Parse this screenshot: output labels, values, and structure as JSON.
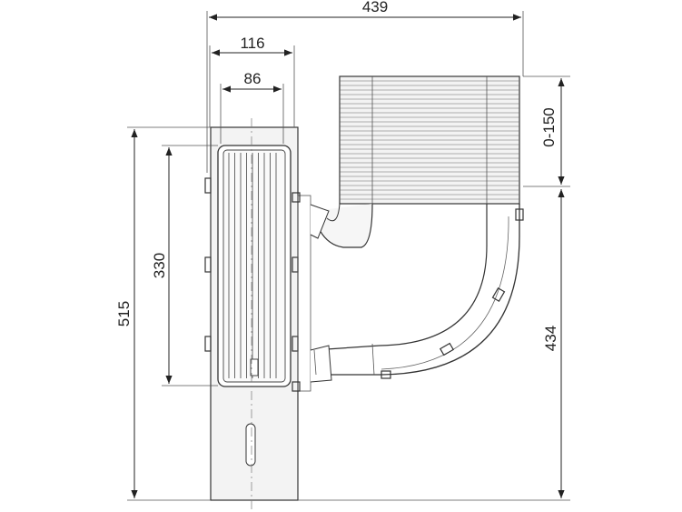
{
  "dimensions": {
    "total_width": "439",
    "body_width": "116",
    "grille_width": "86",
    "grille_height": "330",
    "total_height": "515",
    "outlet_height": "434",
    "adjustment_range": "0-150"
  }
}
